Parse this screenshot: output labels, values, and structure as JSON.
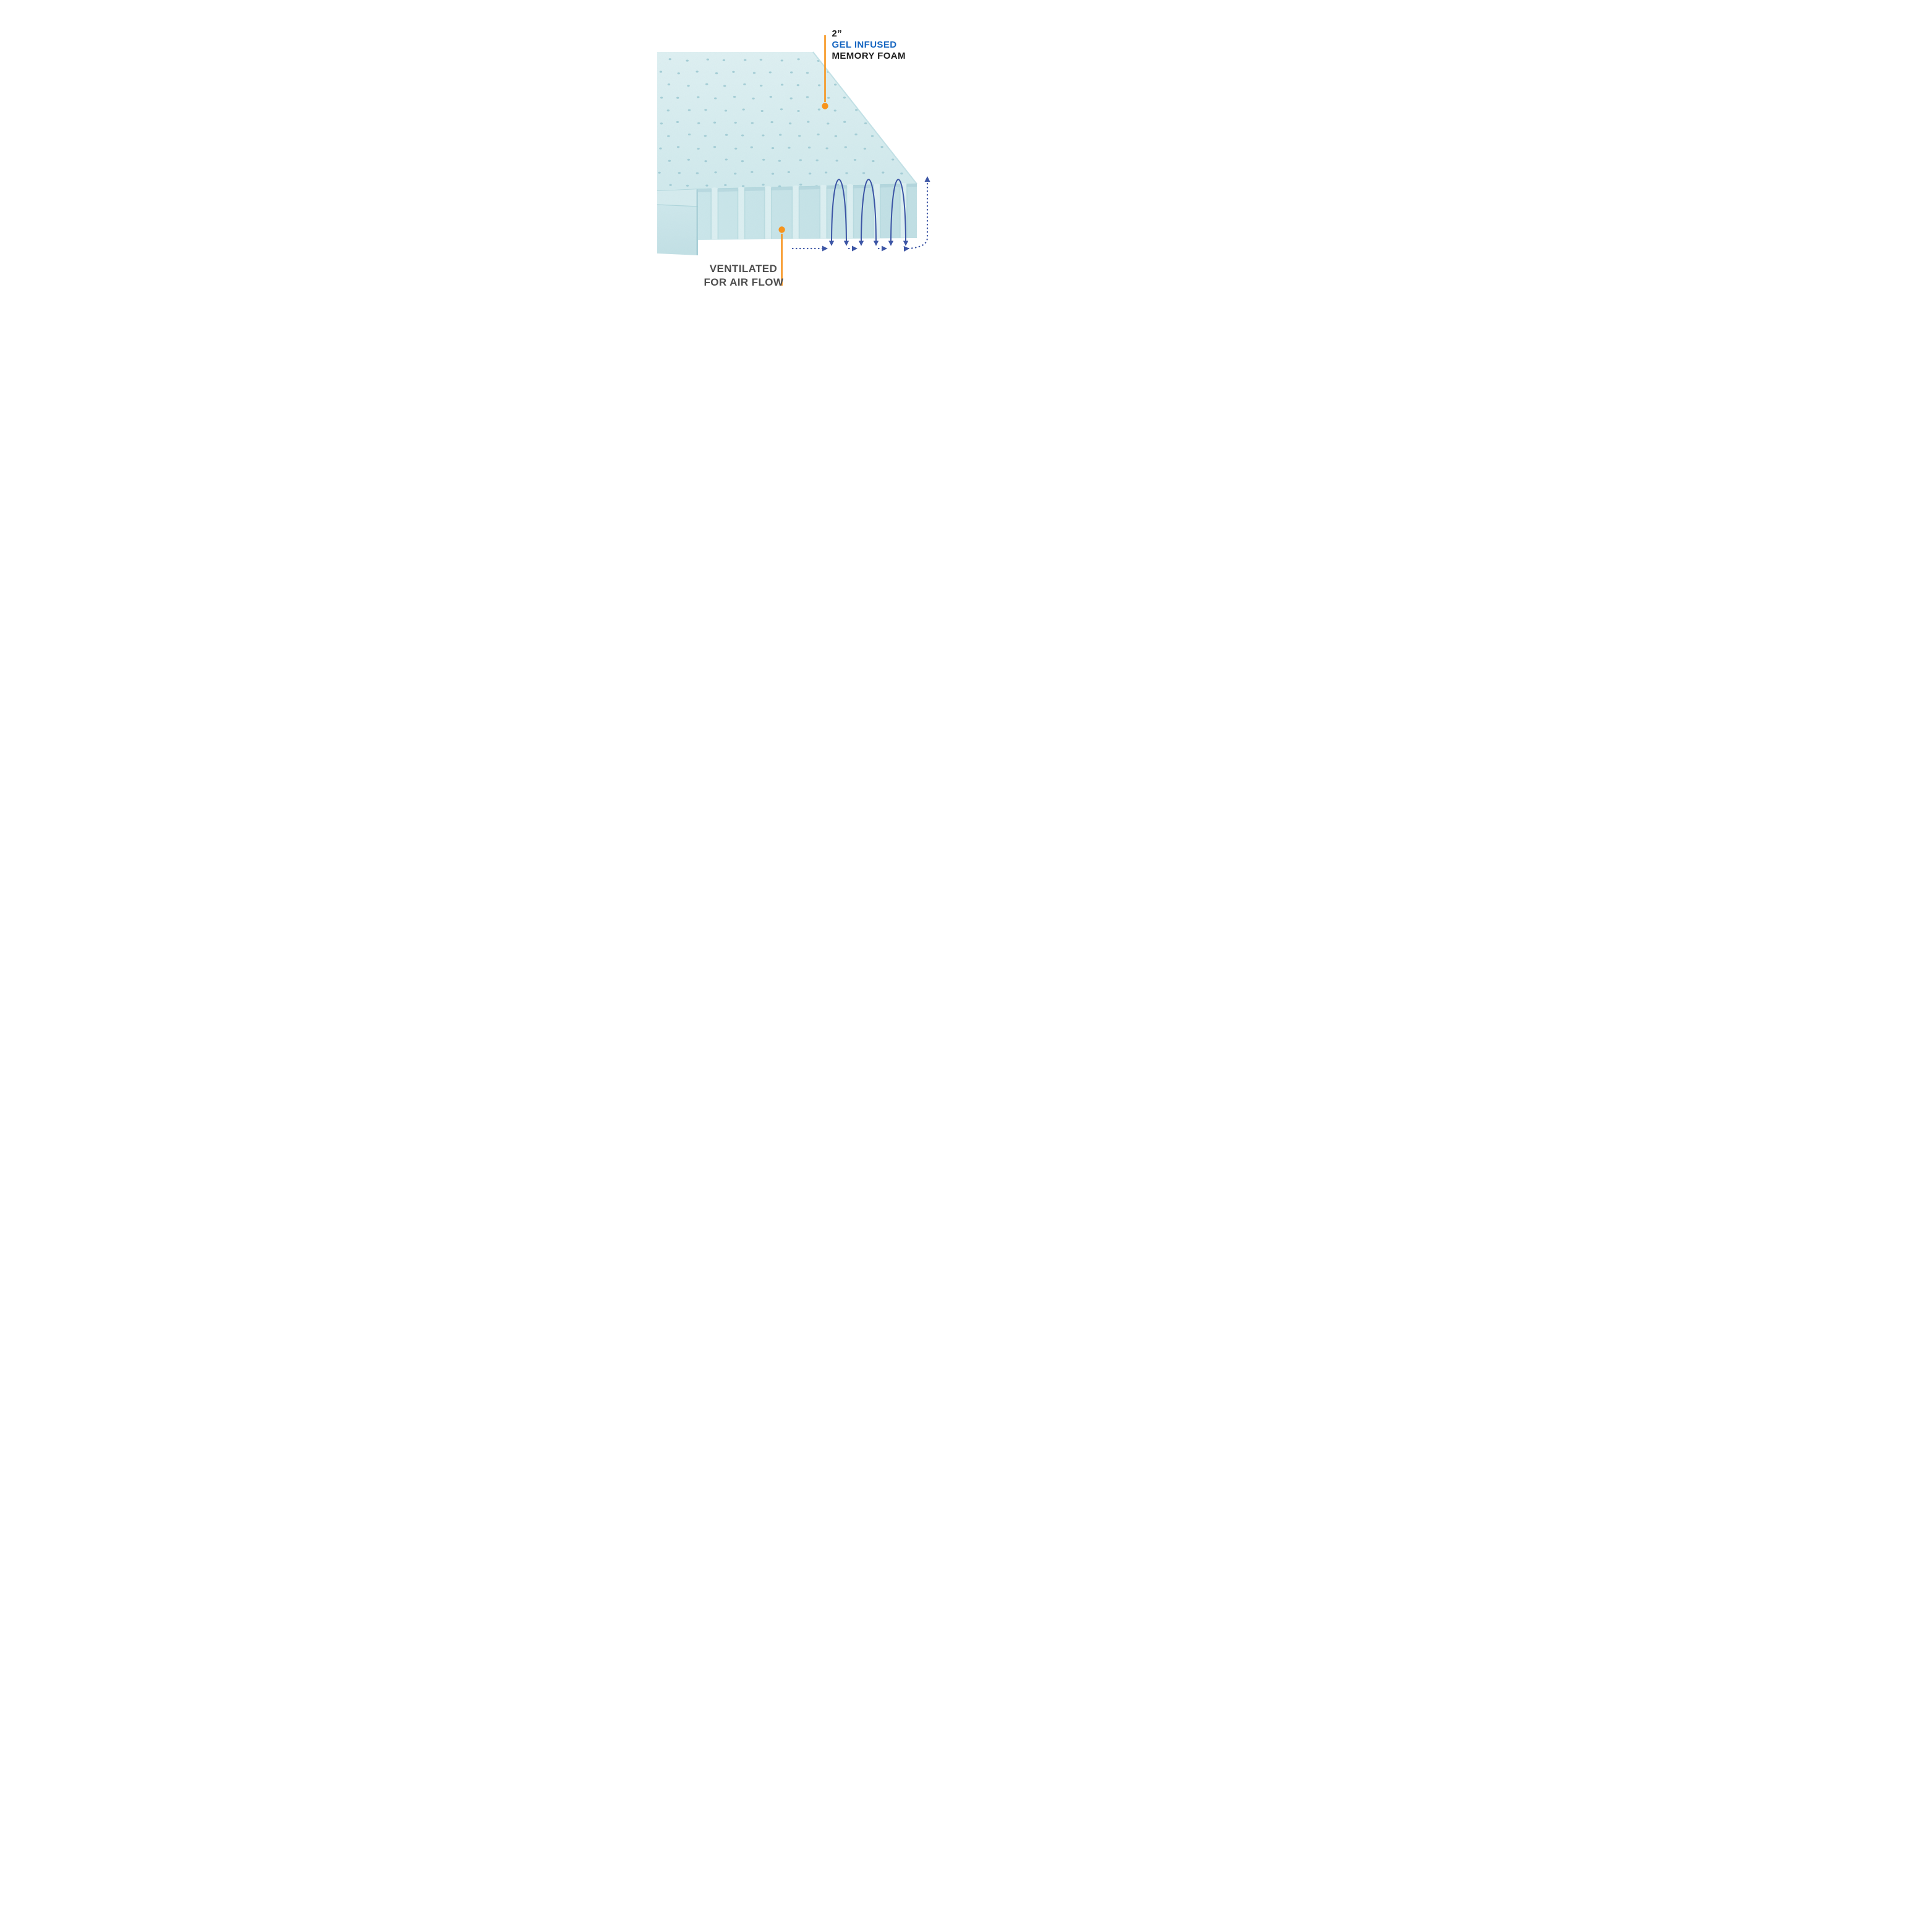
{
  "labels": {
    "thickness": "2”",
    "gel_infused": "GEL INFUSED",
    "memory_foam": "MEMORY FOAM",
    "ventilated_line1": "VENTILATED",
    "ventilated_line2": "FOR AIR FLOW"
  },
  "colors": {
    "accent_orange": "#F7941D",
    "gel_text_blue": "#1565C0",
    "heading_text_dark": "#1C1C1C",
    "vent_text_gray": "#4F4F4F",
    "airflow_arrow_blue": "#3C55A5",
    "foam_top": "#D8ECEF",
    "foam_front": "#C8E4E9",
    "foam_corner_block": "#C7E3E8",
    "hole_color": "#9FCAD3",
    "groove_color": "#DEF0F2",
    "groove_shadow": "#B2D8DD"
  }
}
